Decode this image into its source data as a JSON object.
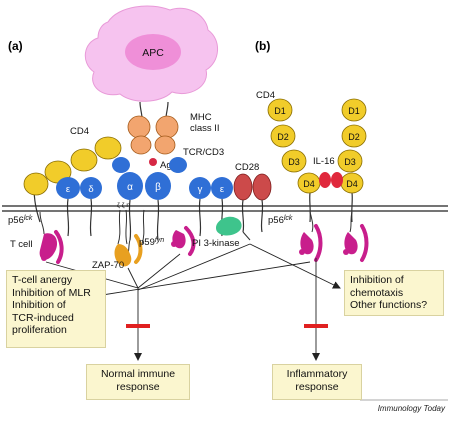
{
  "panel_labels": {
    "a": "(a)",
    "b": "(b)"
  },
  "labels": {
    "apc": "APC",
    "mhc": [
      "MHC",
      "class II"
    ],
    "cd4_a": "CD4",
    "cd4_b": "CD4",
    "ag": "Ag",
    "tcr": "TCR/CD3",
    "cd28": "CD28",
    "il16": "IL-16",
    "p56lck_a": {
      "base": "p56",
      "sup": "lck"
    },
    "p56lck_b": {
      "base": "p56",
      "sup": "lck"
    },
    "p59fyn": {
      "base": "p59",
      "sup": "fyn"
    },
    "t_cell": "T cell",
    "zap70": "ZAP-70",
    "pi3k": "PI 3-kinase",
    "chain_eps1": "ε",
    "chain_delta": "δ",
    "chain_alpha": "α",
    "chain_beta": "β",
    "chain_gamma": "γ",
    "chain_eps2": "ε",
    "zeta_eta": "ζ ζ η",
    "domains_left": [
      "D1",
      "D2",
      "D3",
      "D4"
    ],
    "domains_right": [
      "D1",
      "D2",
      "D3",
      "D4"
    ],
    "credit": "Immunology Today"
  },
  "boxes": {
    "left_effects": [
      "T-cell anergy",
      "Inhibition of MLR",
      "Inhibition of",
      "TCR-induced",
      "proliferation"
    ],
    "right_effects": [
      "Inhibition of",
      "chemotaxis",
      "Other functions?"
    ],
    "normal_response": [
      "Normal immune",
      "response"
    ],
    "inflammatory_response": [
      "Inflammatory",
      "response"
    ]
  },
  "colors": {
    "apc_fill": "#f6c3ef",
    "apc_nucleus": "#ef8fd8",
    "mhc": "#f2a56f",
    "cd4": "#f1cc2a",
    "tcr_blue": "#2f6fd6",
    "ag_red": "#d62845",
    "cd28": "#cc4a4a",
    "kinase_magenta": "#c81e8c",
    "zap70": "#e8a020",
    "pi3k": "#3ec48c",
    "il16": "#e0283c",
    "box_fill": "#fbf6cf",
    "inhibit_bar": "#e02020"
  }
}
